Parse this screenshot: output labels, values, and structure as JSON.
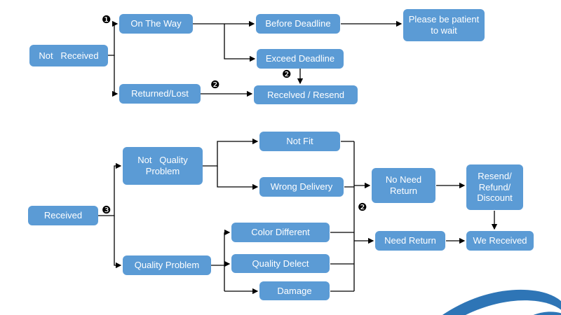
{
  "diagram": {
    "nodes": {
      "not_received": "Not   Received",
      "on_the_way": "On The Way",
      "before_deadline": "Before Deadline",
      "please_wait": "Please be patient to wait",
      "exceed_deadline": "Exceed Deadline",
      "returned_lost": "Returned/Lost",
      "received_resend": "Recelved / Resend",
      "received": "Received",
      "not_quality_problem": "Not   Quality Problem",
      "quality_problem": "Quality Problem",
      "not_fit": "Not Fit",
      "wrong_delivery": "Wrong Delivery",
      "color_different": "Color Different",
      "quality_delect": "Quality Delect",
      "damage": "Damage",
      "no_need_return": "No Need Return",
      "need_return": "Need Return",
      "resend_refund_discount": "Resend/ Refund/ Discount",
      "we_received": "We Received"
    },
    "markers": {
      "step1": "❶",
      "step2_exceed": "❷",
      "step2_returned": "❷",
      "step3": "❸",
      "step2_return_split": "❷"
    },
    "colors": {
      "node_fill": "#5b9bd5",
      "node_text": "#ffffff",
      "connector": "#000000",
      "swoosh": "#2e75b6"
    }
  }
}
